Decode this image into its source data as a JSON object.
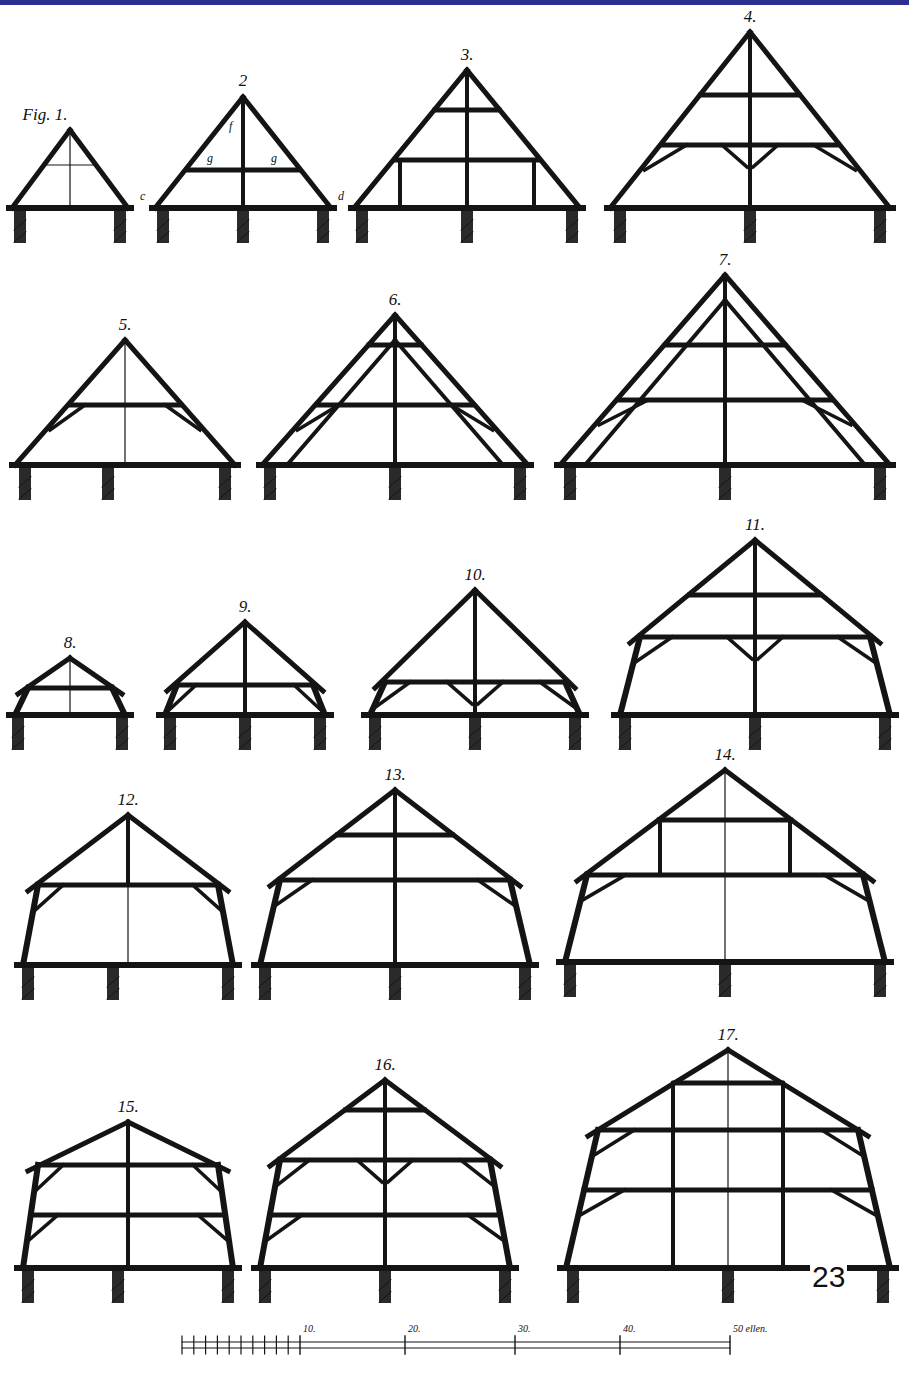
{
  "diagram": {
    "labels": [
      "Fig. 1.",
      "2",
      "f",
      "g",
      "g",
      "c",
      "d",
      "3.",
      "4.",
      "5.",
      "6.",
      "7.",
      "8.",
      "9.",
      "10.",
      "11.",
      "12.",
      "13.",
      "14.",
      "15.",
      "16.",
      "17.",
      "23",
      "10.",
      "20.",
      "30.",
      "40.",
      "50 ellen."
    ]
  }
}
